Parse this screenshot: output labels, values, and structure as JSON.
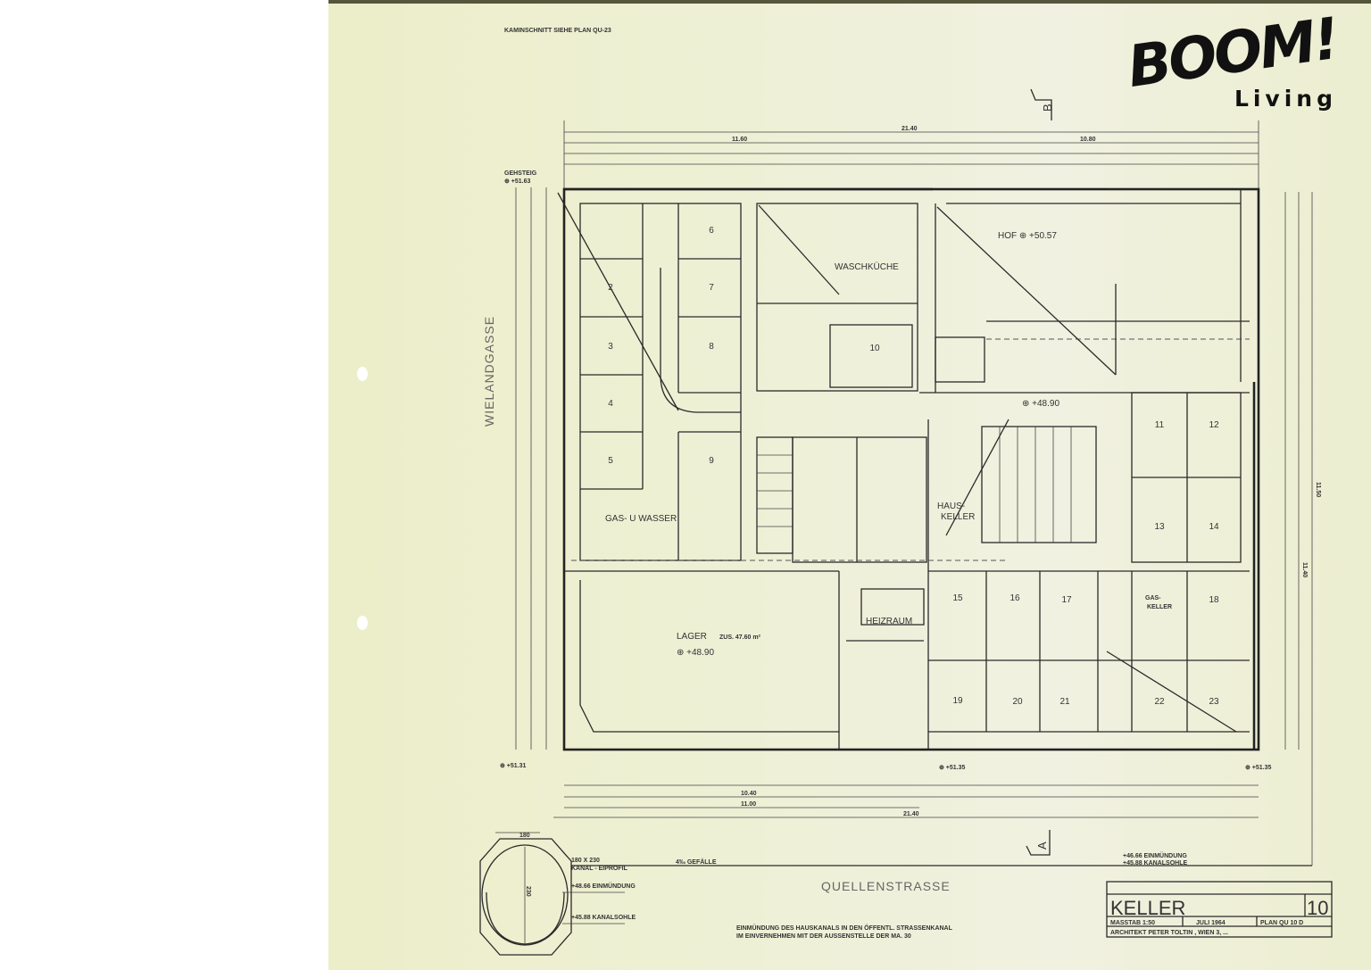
{
  "logo": {
    "brand": "BOOM!",
    "sub": "Living"
  },
  "plan": {
    "header_note": "KAMINSCHNITT SIEHE PLAN QU-23",
    "streets": {
      "left": "WIELANDGASSE",
      "bottom": "QUELLENSTRASSE"
    },
    "section_markers": {
      "top": "B",
      "bottom": "A"
    },
    "rooms": [
      "2",
      "3",
      "4",
      "5",
      "6",
      "7",
      "8",
      "9",
      "10",
      "11",
      "12",
      "13",
      "14",
      "15",
      "16",
      "17",
      "18",
      "19",
      "20",
      "21",
      "22",
      "23"
    ],
    "labels": {
      "hof": "HOF ⊕ +50.57",
      "waschkueche": "WASCHKÜCHE",
      "gas_wasser": "GAS- U WASSER",
      "lager": "LAGER",
      "lager_area": "ZUS. 47.60 m²",
      "lager_level": "⊕ +48.90",
      "heizraum": "HEIZRAUM",
      "haus": "HAUS-",
      "keller": "KELLER",
      "gas": "GAS-",
      "gas_keller": "KELLER",
      "center_level": "⊕ +48.90",
      "level_tl": "⊕ +51.63",
      "level_bl": "⊕ +51.31",
      "level_bm": "⊕ +51.35",
      "level_br": "⊕ +51.35",
      "gehsteig": "GEHSTEIG"
    },
    "dimensions": {
      "top_total": "21.40",
      "top_a": "11.60",
      "top_b": "10.80",
      "bot_a": "10.40",
      "bot_b": "11.00",
      "bot_total": "21.40",
      "right_a": "11.50",
      "right_b": "11.40"
    },
    "profile": {
      "size": "180 X 230",
      "type": "KANAL - EIPROFIL",
      "slope": "4‰ GEFÄLLE",
      "einmuendung": "+48.66 EINMÜNDUNG",
      "kanalsohle": "+45.88 KANALSOHLE",
      "width": "180",
      "height": "230"
    },
    "note_line1": "EINMÜNDUNG DES HAUSKANALS IN DEN ÖFFENTL. STRASSENKANAL",
    "note_line2": "IM EINVERNEHMEN MIT DER AUSSENSTELLE DER MA. 30",
    "note_right1": "+46.66 EINMÜNDUNG",
    "note_right2": "+45.88 KANALSOHLE"
  },
  "title_block": {
    "title": "KELLER",
    "number": "10",
    "scale": "MASSTAB 1:50",
    "date": "JULI 1964",
    "plan": "PLAN QU 10 D",
    "architect": "ARCHITEKT PETER TOLTIN , WIEN 3, ..."
  }
}
